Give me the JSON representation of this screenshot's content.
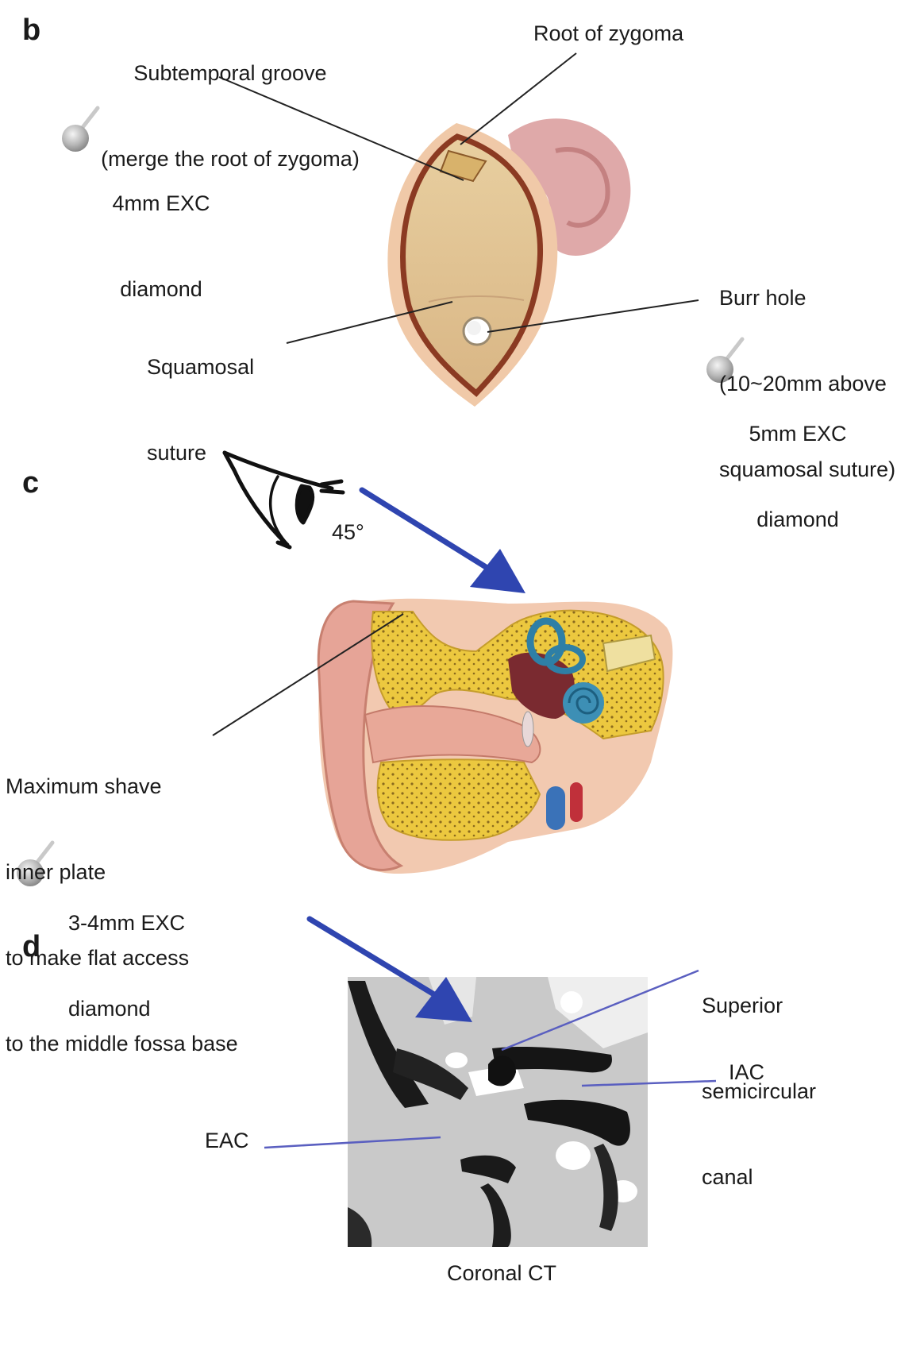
{
  "panels": {
    "b": "b",
    "c": "c",
    "d": "d"
  },
  "panel_b": {
    "subtemporal_groove_line1": "Subtemporal groove",
    "subtemporal_groove_line2": "(merge the root of zygoma)",
    "root_of_zygoma": "Root of zygoma",
    "drill_4mm_line1": "4mm EXC",
    "drill_4mm_line2": "diamond",
    "burr_hole_line1": "Burr hole",
    "burr_hole_line2": "(10~20mm above",
    "burr_hole_line3": "squamosal suture)",
    "squamosal_line1": "Squamosal",
    "squamosal_line2": "suture",
    "drill_5mm_line1": "5mm EXC",
    "drill_5mm_line2": "diamond"
  },
  "panel_c": {
    "angle": "45°",
    "shave_line1": "Maximum shave",
    "shave_line2": "inner plate",
    "shave_line3": "to make flat access",
    "shave_line4": "to the middle fossa base",
    "drill_34mm_line1": "3-4mm EXC",
    "drill_34mm_line2": "diamond"
  },
  "panel_d": {
    "superior_line1": "Superior",
    "superior_line2": "semicircular",
    "superior_line3": "canal",
    "iac": "IAC",
    "eac": "EAC",
    "caption": "Coronal CT"
  },
  "colors": {
    "arrow": "#2f45b0",
    "pointer_d": "#5a5fc0",
    "bone": "#e9c43a",
    "skin": "#e6a497",
    "cochlea": "#2e7fa6"
  },
  "icons": [
    "diamond-burr-icon",
    "eye-icon",
    "arrow-icon"
  ]
}
